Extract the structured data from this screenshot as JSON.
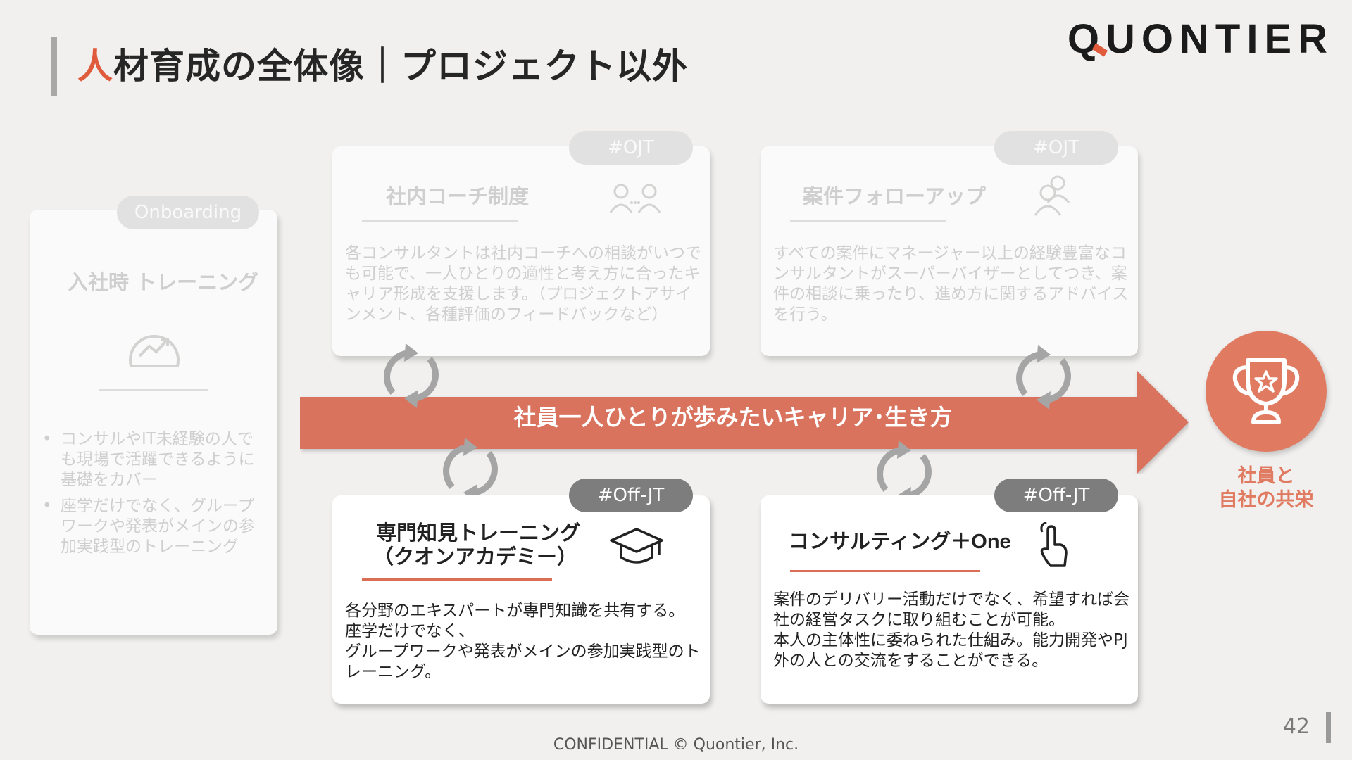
{
  "title": {
    "accent": "人",
    "rest": "材育成の全体像｜プロジェクト以外"
  },
  "logo": {
    "q": "Q",
    "rest": "UONTIER"
  },
  "onboarding": {
    "tag": "Onboarding",
    "title": "入社時 トレーニング",
    "bullets": [
      "コンサルやIT未経験の人でも現場で活躍できるように基礎をカバー",
      "座学だけでなく、グループワークや発表がメインの参加実践型のトレーニング"
    ]
  },
  "coach": {
    "tag": "#OJT",
    "title": "社内コーチ制度",
    "body": "各コンサルタントは社内コーチへの相談がいつでも可能で、一人ひとりの適性と考え方に合ったキャリア形成を支援します。（プロジェクトアサインメント、各種評価のフィードバックなど）"
  },
  "follow": {
    "tag": "#OJT",
    "title": "案件フォローアップ",
    "body": "すべての案件にマネージャー以上の経験豊富なコンサルタントがスーパーバイザーとしてつき、案件の相談に乗ったり、進め方に関するアドバイスを行う。"
  },
  "academy": {
    "tag": "#Off-JT",
    "title1": "専門知見トレーニング",
    "title2": "（クオンアカデミー）",
    "body1": "各分野のエキスパートが専門知識を共有する。",
    "body2": "座学だけでなく、",
    "body3": "グループワークや発表がメインの参加実践型のトレーニング。"
  },
  "plusone": {
    "tag": "#Off-JT",
    "title": "コンサルティング＋",
    "title_bold": "One",
    "body1": "案件のデリバリー活動だけでなく、希望すれば会社の経営タスクに取り組むことが可能。",
    "body2": "本人の主体性に委ねられた仕組み。能力開発やPJ外の人との交流をすることができる。"
  },
  "arrow_label": "社員一人ひとりが歩みたいキャリア･生き方",
  "goal": {
    "line1": "社員と",
    "line2": "自社の共栄"
  },
  "page_number": "42",
  "footer": "CONFIDENTIAL © Quontier, Inc.",
  "colors": {
    "accent": "#e05a3c",
    "arrow": "#d9735d",
    "trophy": "#e07b62",
    "tag_dark": "#7d7d7d",
    "tag_light": "#dcdcdc"
  },
  "icons": [
    "growth-chart-icon",
    "people-icon",
    "person-group-icon",
    "graduation-cap-icon",
    "hand-pointer-icon",
    "cycle-arrows-icon",
    "trophy-icon"
  ]
}
